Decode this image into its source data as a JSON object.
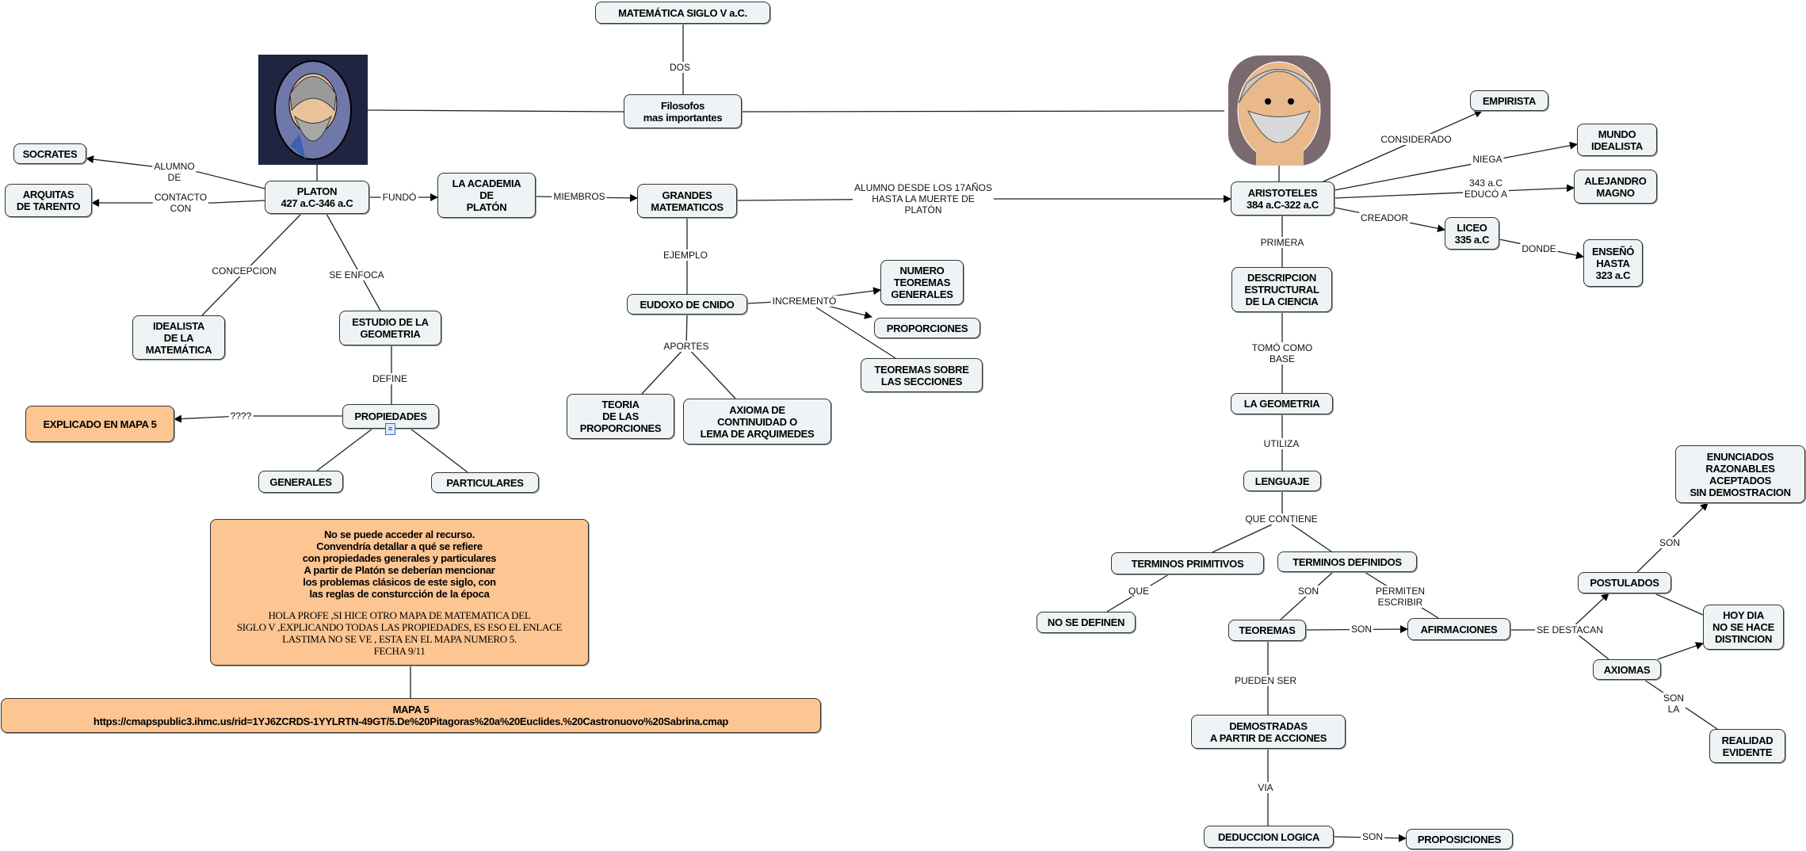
{
  "nodes": {
    "matematica": "MATEMÁTICA SIGLO V a.C.",
    "filosofos": "Filosofos\nmas importantes",
    "socrates": "SOCRATES",
    "arquitas": "ARQUITAS\nDE TARENTO",
    "platon": "PLATON\n427 a.C-346 a.C",
    "academia": "LA ACADEMIA\nDE\nPLATÓN",
    "grandes": "GRANDES\nMATEMATICOS",
    "idealista": "IDEALISTA\nDE LA\nMATEMÁTICA",
    "estudio": "ESTUDIO DE LA\nGEOMETRIA",
    "propiedades": "PROPIEDADES",
    "explicado": "EXPLICADO EN MAPA 5",
    "generales": "GENERALES",
    "particulares": "PARTICULARES",
    "eudoxo": "EUDOXO DE CNIDO",
    "numero": "NUMERO\nTEOREMAS\nGENERALES",
    "proporciones": "PROPORCIONES",
    "teoremas_sobre": "TEOREMAS SOBRE\nLAS SECCIONES",
    "teoria": "TEORIA\nDE LAS\nPROPORCIONES",
    "axioma": "AXIOMA DE\nCONTINUIDAD O\nLEMA DE ARQUIMEDES",
    "aristoteles": "ARISTOTELES\n384 a.C-322 a.C",
    "empirista": "EMPIRISTA",
    "mundo": "MUNDO\nIDEALISTA",
    "alejandro": "ALEJANDRO\nMAGNO",
    "liceo": "LICEO\n335 a.C",
    "enseno": "ENSEÑÓ\nHASTA\n323 a.C",
    "descripcion": "DESCRIPCION\nESTRUCTURAL\nDE LA CIENCIA",
    "geometria": "LA GEOMETRIA",
    "lenguaje": "LENGUAJE",
    "primitivos": "TERMINOS PRIMITIVOS",
    "definidos": "TERMINOS DEFINIDOS",
    "no_se_definen": "NO SE DEFINEN",
    "teoremas": "TEOREMAS",
    "afirmaciones": "AFIRMACIONES",
    "enunciados": "ENUNCIADOS\nRAZONABLES\nACEPTADOS\nSIN DEMOSTRACION",
    "postulados": "POSTULADOS",
    "hoy_dia": "HOY DIA\nNO SE HACE\nDISTINCION",
    "axiomas": "AXIOMAS",
    "realidad": "REALIDAD\nEVIDENTE",
    "demostradas": "DEMOSTRADAS\nA PARTIR DE ACCIONES",
    "deduccion": "DEDUCCION LOGICA",
    "proposiciones": "PROPOSICIONES",
    "note_bold": "No se puede acceder al recurso.\nConvendría detallar a qué se refiere\ncon propiedades generales y particulares\nA partir de Platón se deberían mencionar\nlos problemas clásicos de este siglo, con\nlas reglas de consturcción de la época",
    "note_plain": "HOLA PROFE ,SI  HICE OTRO MAPA DE MATEMATICA DEL\nSIGLO V ,EXPLICANDO TODAS LAS PROPIEDADES, ES ESO EL ENLACE\nLASTIMA NO SE VE , ESTA EN EL MAPA NUMERO 5.\nFECHA 9/11",
    "mapa5": "MAPA 5\nhttps://cmapspublic3.ihmc.us/rid=1YJ6ZCRDS-1YYLRTN-49GT/5.De%20Pitagoras%20a%20Euclides.%20Castronuovo%20Sabrina.cmap"
  },
  "links": {
    "dos": "DOS",
    "alumno_de": "ALUMNO\nDE",
    "contacto_con": "CONTACTO\nCON",
    "fundo": "FUNDÓ",
    "miembros": "MIEMBROS",
    "alumno_desde": "ALUMNO DESDE LOS 17AÑOS\nHASTA LA MUERTE DE\nPLATÓN",
    "ejemplo": "EJEMPLO",
    "concepcion": "CONCEPCION",
    "se_enfoca": "SE ENFOCA",
    "define": "DEFINE",
    "interrogacion": "????",
    "incremento": "INCREMENTÓ",
    "aportes": "APORTES",
    "considerado": "CONSIDERADO",
    "niega": "NIEGA",
    "educo": "343 a.C\nEDUCÓ A",
    "creador": "CREADOR",
    "donde": "DONDE",
    "primera": "PRIMERA",
    "tomo_como_base": "TOMÓ COMO\nBASE",
    "utiliza": "UTILIZA",
    "que_contiene": "QUE CONTIENE",
    "que": "QUE",
    "son_1": "SON",
    "permiten": "PERMITEN\nESCRIBIR",
    "son_2": "SON",
    "se_destacan": "SE DESTACAN",
    "son_3": "SON",
    "son_la": "SON\nLA",
    "pueden_ser": "PUEDEN SER",
    "via": "VIA",
    "son_4": "SON"
  },
  "colors": {
    "node_bg": "#eef3f5",
    "highlight_bg": "#fcc592",
    "line": "#222222"
  },
  "icons": [
    "platon-portrait",
    "aristoteles-portrait",
    "attachment-icon"
  ]
}
